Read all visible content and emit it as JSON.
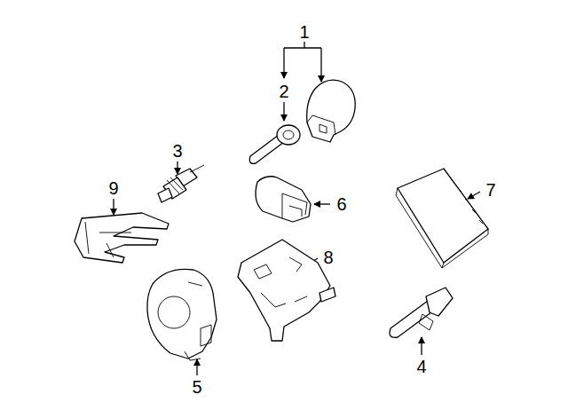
{
  "diagram": {
    "labels": [
      "1",
      "2",
      "3",
      "9",
      "7",
      "6",
      "8",
      "4",
      "5"
    ]
  }
}
